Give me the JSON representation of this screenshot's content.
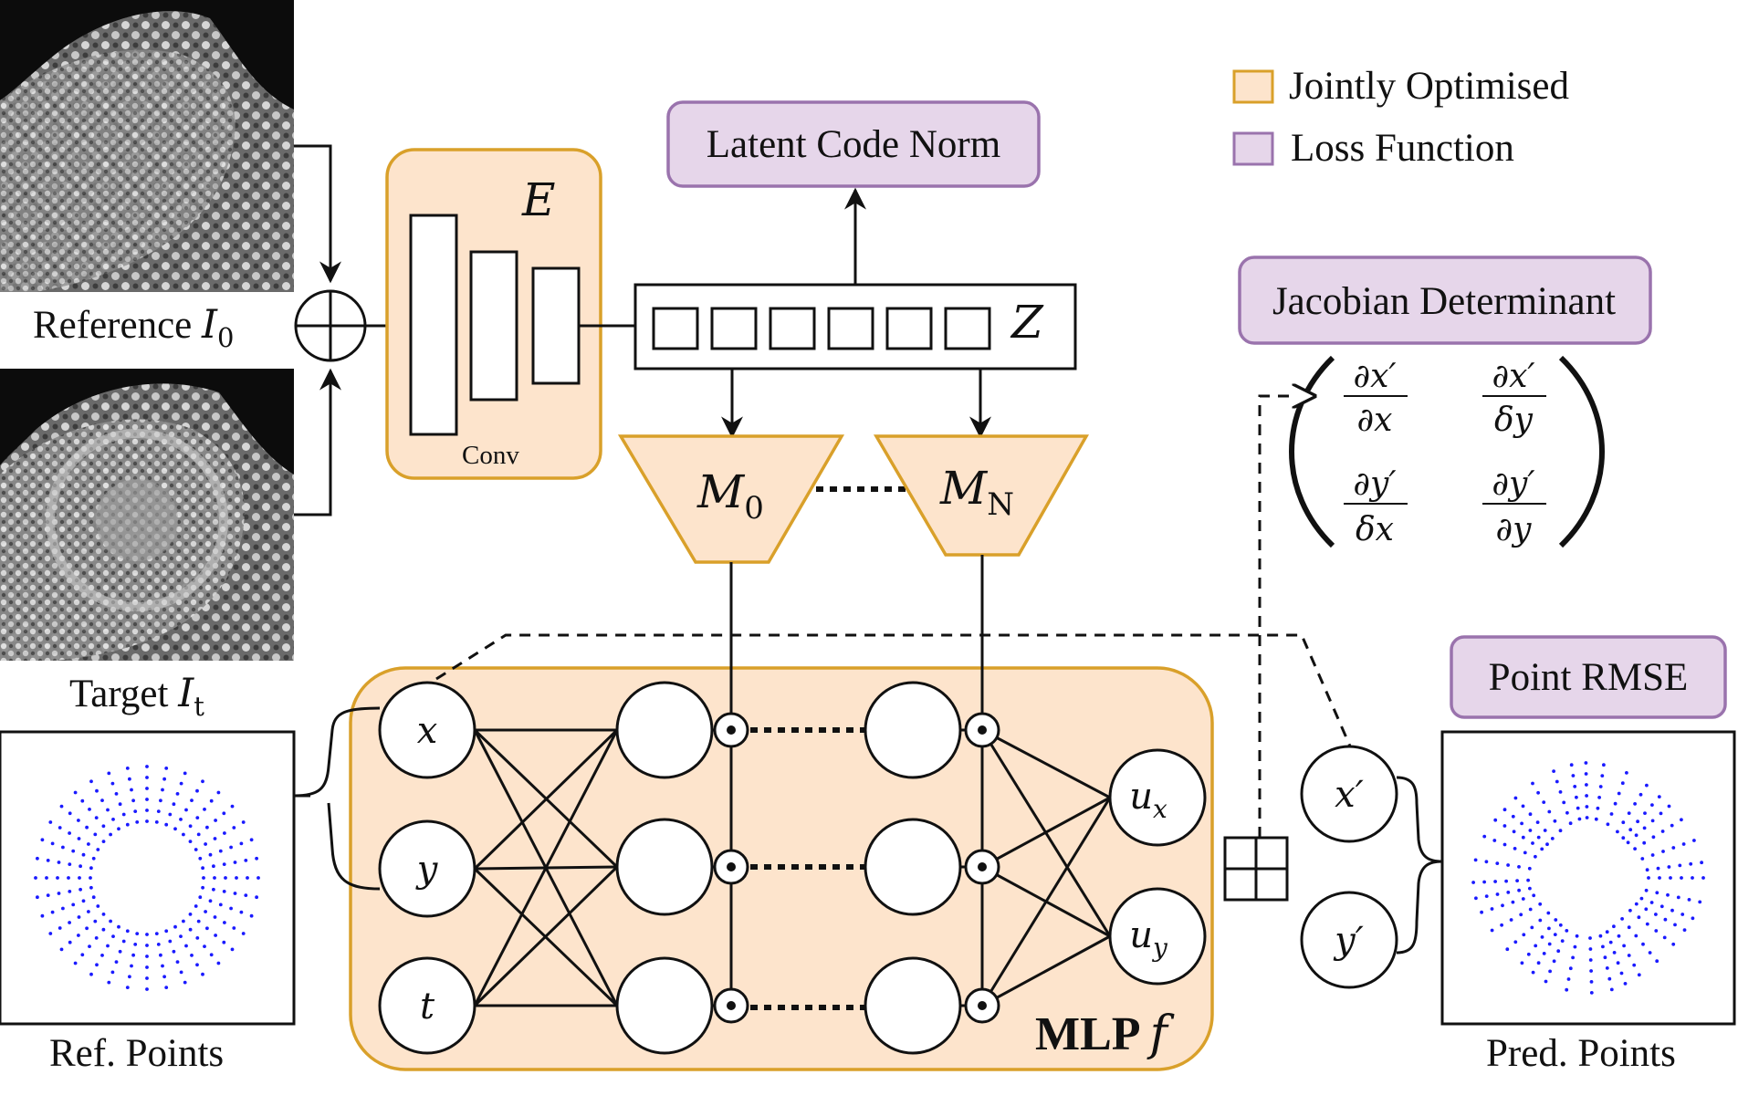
{
  "images": {
    "reference_label": "Reference ",
    "reference_symbol": "I",
    "reference_sub": "0",
    "target_label": "Target ",
    "target_symbol": "I",
    "target_sub": "t",
    "ref_points_label": "Ref. Points",
    "pred_points_label": "Pred. Points"
  },
  "encoder": {
    "symbol": "E",
    "conv_label": "Conv"
  },
  "latent": {
    "symbol": "Z",
    "cells": 6
  },
  "mappers": [
    {
      "symbol": "M",
      "sub": "0"
    },
    {
      "symbol": "M",
      "sub": "N"
    }
  ],
  "mlp": {
    "bold_label": "MLP",
    "symbol": "f",
    "inputs": [
      "x",
      "y",
      "t"
    ],
    "outputs": [
      {
        "symbol": "u",
        "sub": "x"
      },
      {
        "symbol": "u",
        "sub": "y"
      }
    ]
  },
  "predicted": [
    "x′",
    "y′"
  ],
  "losses": {
    "latent_norm": "Latent Code Norm",
    "jacobian": "Jacobian Determinant",
    "point_rmse": "Point RMSE"
  },
  "jacobian_matrix": {
    "a11_num": "∂x′",
    "a11_den": "∂x",
    "a12_num": "∂x′",
    "a12_den": "δy",
    "a21_num": "∂y′",
    "a21_den": "δx",
    "a22_num": "∂y′",
    "a22_den": "∂y"
  },
  "legend": {
    "jointly_optimised": "Jointly Optimised",
    "loss_function": "Loss Function",
    "orange": "#fde4cc",
    "orange_border": "#d9a02a",
    "purple": "#e6d6ea",
    "purple_border": "#9a73ad"
  },
  "point_color": "#1a1aff"
}
